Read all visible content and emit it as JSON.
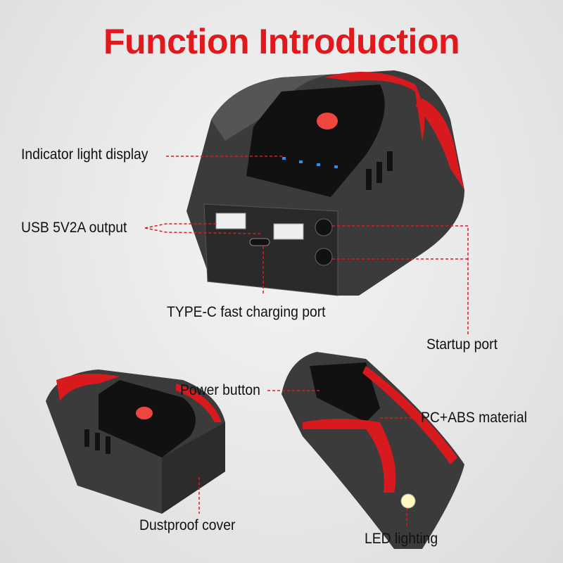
{
  "title": "Function Introduction",
  "labels": {
    "indicator": "Indicator light display",
    "usb": "USB 5V2A output",
    "typec": "TYPE-C fast charging port",
    "startup": "Startup port",
    "power": "Power button",
    "material": "PC+ABS material",
    "dustproof": "Dustproof cover",
    "led": "LED lighting"
  },
  "colors": {
    "accent": "#e3181d",
    "body": "#3a3a3a",
    "indicator": "#1e8fff"
  }
}
